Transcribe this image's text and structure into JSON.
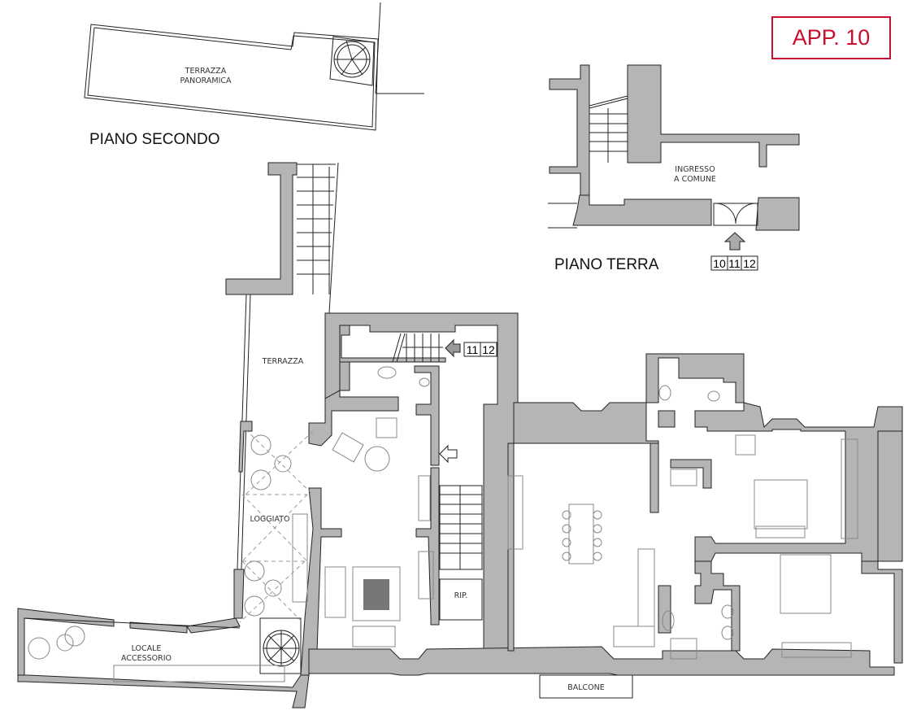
{
  "badge": "APP. 10",
  "colors": {
    "badge": "#c8102e",
    "walls": "#b5b5b5"
  },
  "floors": {
    "second": {
      "title": "PIANO SECONDO",
      "rooms": {
        "terrace_1": "TERRAZZA",
        "terrace_2": "PANORAMICA"
      }
    },
    "ground": {
      "title": "PIANO TERRA",
      "rooms": {
        "entry_1": "INGRESSO",
        "entry_2": "A COMUNE"
      },
      "apartment_numbers": [
        "10",
        "11",
        "12"
      ]
    },
    "first": {
      "rooms": {
        "terrazza": "TERRAZZA",
        "loggiato": "LOGGIATO",
        "locale_1": "LOCALE",
        "locale_2": "ACCESSORIO",
        "rip": "RIP.",
        "balcone": "BALCONE"
      },
      "apartment_numbers": [
        "11",
        "12"
      ]
    }
  }
}
